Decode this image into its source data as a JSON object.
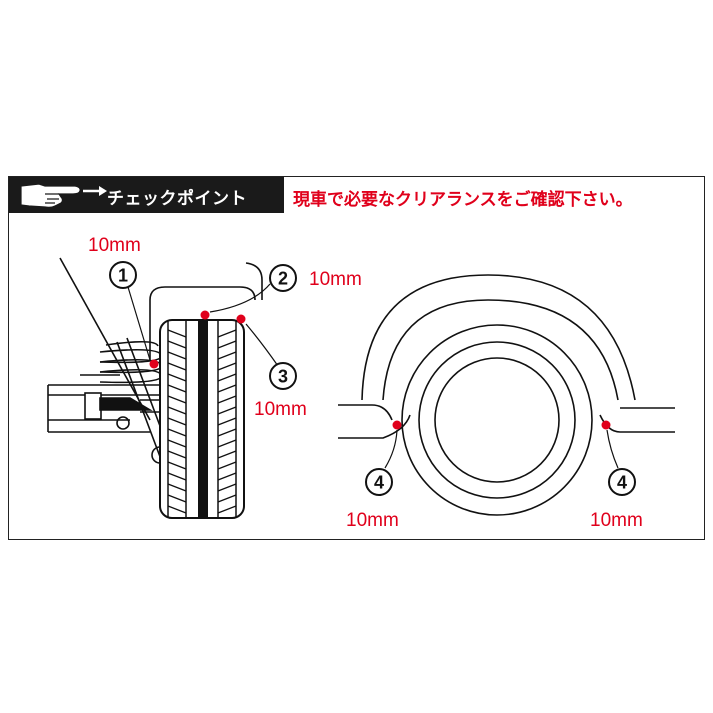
{
  "header": {
    "title": "チェックポイント",
    "note": "現車で必要なクリアランスをご確認下さい。",
    "hand_icon": "pointing-hand-icon"
  },
  "colors": {
    "accent": "#e0001b",
    "line": "#111111",
    "header_bg": "#1a1a1a"
  },
  "points": [
    {
      "number": "1",
      "label": "10mm"
    },
    {
      "number": "2",
      "label": "10mm"
    },
    {
      "number": "3",
      "label": "10mm"
    },
    {
      "number": "4",
      "label": "10mm"
    },
    {
      "number": "4",
      "label": "10mm"
    }
  ]
}
